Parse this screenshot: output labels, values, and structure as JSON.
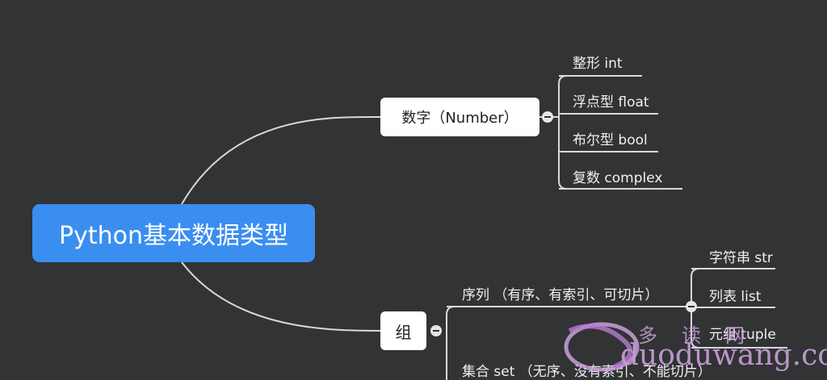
{
  "root": {
    "label": "Python基本数据类型"
  },
  "number_branch": {
    "label": "数字（Number）",
    "items": [
      "整形 int",
      "浮点型 float",
      "布尔型 bool",
      "复数 complex"
    ]
  },
  "group_branch": {
    "label": "组",
    "sequence": {
      "label": "序列 （有序、有索引、可切片）",
      "items": [
        "字符串 str",
        "列表 list",
        "元组 tuple"
      ]
    },
    "set": {
      "label": "集合 set （无序、没有索引、不能切片）"
    }
  },
  "watermark": {
    "chars": "多读网",
    "domain": "duoduwang.com"
  },
  "colors": {
    "background": "#323335",
    "root": "#3a8ef0",
    "line": "#d9d9d9",
    "watermark": "#c9a0d8"
  }
}
